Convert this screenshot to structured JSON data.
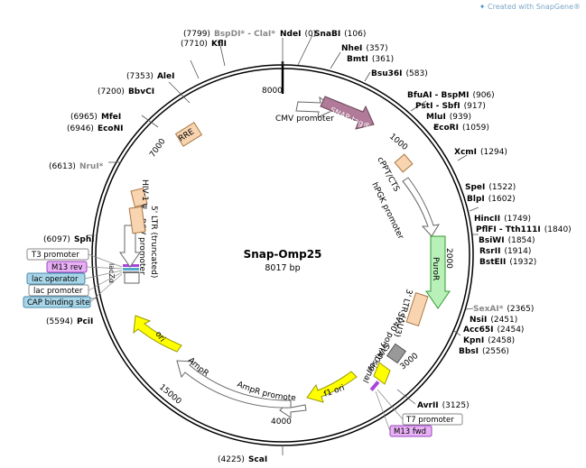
{
  "credit": "Created with SnapGene®",
  "plasmid": {
    "name": "Snap-Omp25",
    "size": "8017 bp"
  },
  "ticks": [
    "8000",
    "1000",
    "2000",
    "3000",
    "4000",
    "15000",
    "7000"
  ],
  "sites": {
    "left": [
      {
        "name": "BspDI* - ClaI*",
        "pos": "(7799)",
        "gray": true
      },
      {
        "name": "KflI",
        "pos": "(7710)",
        "gray": false
      },
      {
        "name": "AleI",
        "pos": "(7353)",
        "gray": false
      },
      {
        "name": "BbvCI",
        "pos": "(7200)",
        "gray": false
      },
      {
        "name": "MfeI",
        "pos": "(6965)",
        "gray": false
      },
      {
        "name": "EcoNI",
        "pos": "(6946)",
        "gray": false
      },
      {
        "name": "NruI*",
        "pos": "(6613)",
        "gray": true
      },
      {
        "name": "SphI",
        "pos": "(6097)",
        "gray": false
      },
      {
        "name": "PciI",
        "pos": "(5594)",
        "gray": false
      },
      {
        "name": "ScaI",
        "pos": "(4225)",
        "gray": false
      }
    ],
    "right": [
      {
        "name": "NdeI",
        "pos": "(0)",
        "gray": false
      },
      {
        "name": "SnaBI",
        "pos": "(106)",
        "gray": false
      },
      {
        "name": "NheI",
        "pos": "(357)",
        "gray": false
      },
      {
        "name": "BmtI",
        "pos": "(361)",
        "gray": false
      },
      {
        "name": "Bsu36I",
        "pos": "(583)",
        "gray": false
      },
      {
        "name": "BfuAI - BspMI",
        "pos": "(906)",
        "gray": false
      },
      {
        "name": "PstI - SbfI",
        "pos": "(917)",
        "gray": false
      },
      {
        "name": "MluI",
        "pos": "(939)",
        "gray": false
      },
      {
        "name": "EcoRI",
        "pos": "(1059)",
        "gray": false
      },
      {
        "name": "XcmI",
        "pos": "(1294)",
        "gray": false
      },
      {
        "name": "SpeI",
        "pos": "(1522)",
        "gray": false
      },
      {
        "name": "BlpI",
        "pos": "(1602)",
        "gray": false
      },
      {
        "name": "HincII",
        "pos": "(1749)",
        "gray": false
      },
      {
        "name": "PflFI - Tth111I",
        "pos": "(1840)",
        "gray": false
      },
      {
        "name": "BsiWI",
        "pos": "(1854)",
        "gray": false
      },
      {
        "name": "RsrII",
        "pos": "(1914)",
        "gray": false
      },
      {
        "name": "BstEII",
        "pos": "(1932)",
        "gray": false
      },
      {
        "name": "SexAI*",
        "pos": "(2365)",
        "gray": true
      },
      {
        "name": "NsiI",
        "pos": "(2451)",
        "gray": false
      },
      {
        "name": "Acc65I",
        "pos": "(2454)",
        "gray": false
      },
      {
        "name": "KpnI",
        "pos": "(2458)",
        "gray": false
      },
      {
        "name": "BbsI",
        "pos": "(2556)",
        "gray": false
      },
      {
        "name": "AvrII",
        "pos": "(3125)",
        "gray": false
      }
    ]
  },
  "primers": {
    "t3": "T3 promoter",
    "m13rev": "M13 rev",
    "lacop": "lac operator",
    "lacprom": "lac promoter",
    "cap": "CAP binding site",
    "t7": "T7 promoter",
    "m13fwd": "M13 fwd"
  },
  "features": {
    "cmv": "CMV promoter",
    "snap": "SNAP-tag®",
    "cppt": "cPPT/CTS",
    "hpgk": "hPGK promoter",
    "puro": "PuroR",
    "ltr3": "3' LTR (ΔU3)",
    "sv40polya": "SV40 poly(A) signal",
    "sv40ori": "SV40 ori",
    "f1ori": "f1 ori",
    "amprprom": "AmpR promoter",
    "ampr": "AmpR",
    "ori": "ori",
    "rsv": "RSV promoter",
    "ltr5": "5' LTR (truncated)",
    "hiv": "HIV-1 ψ",
    "rre": "RRE",
    "lac": "lacZα"
  }
}
